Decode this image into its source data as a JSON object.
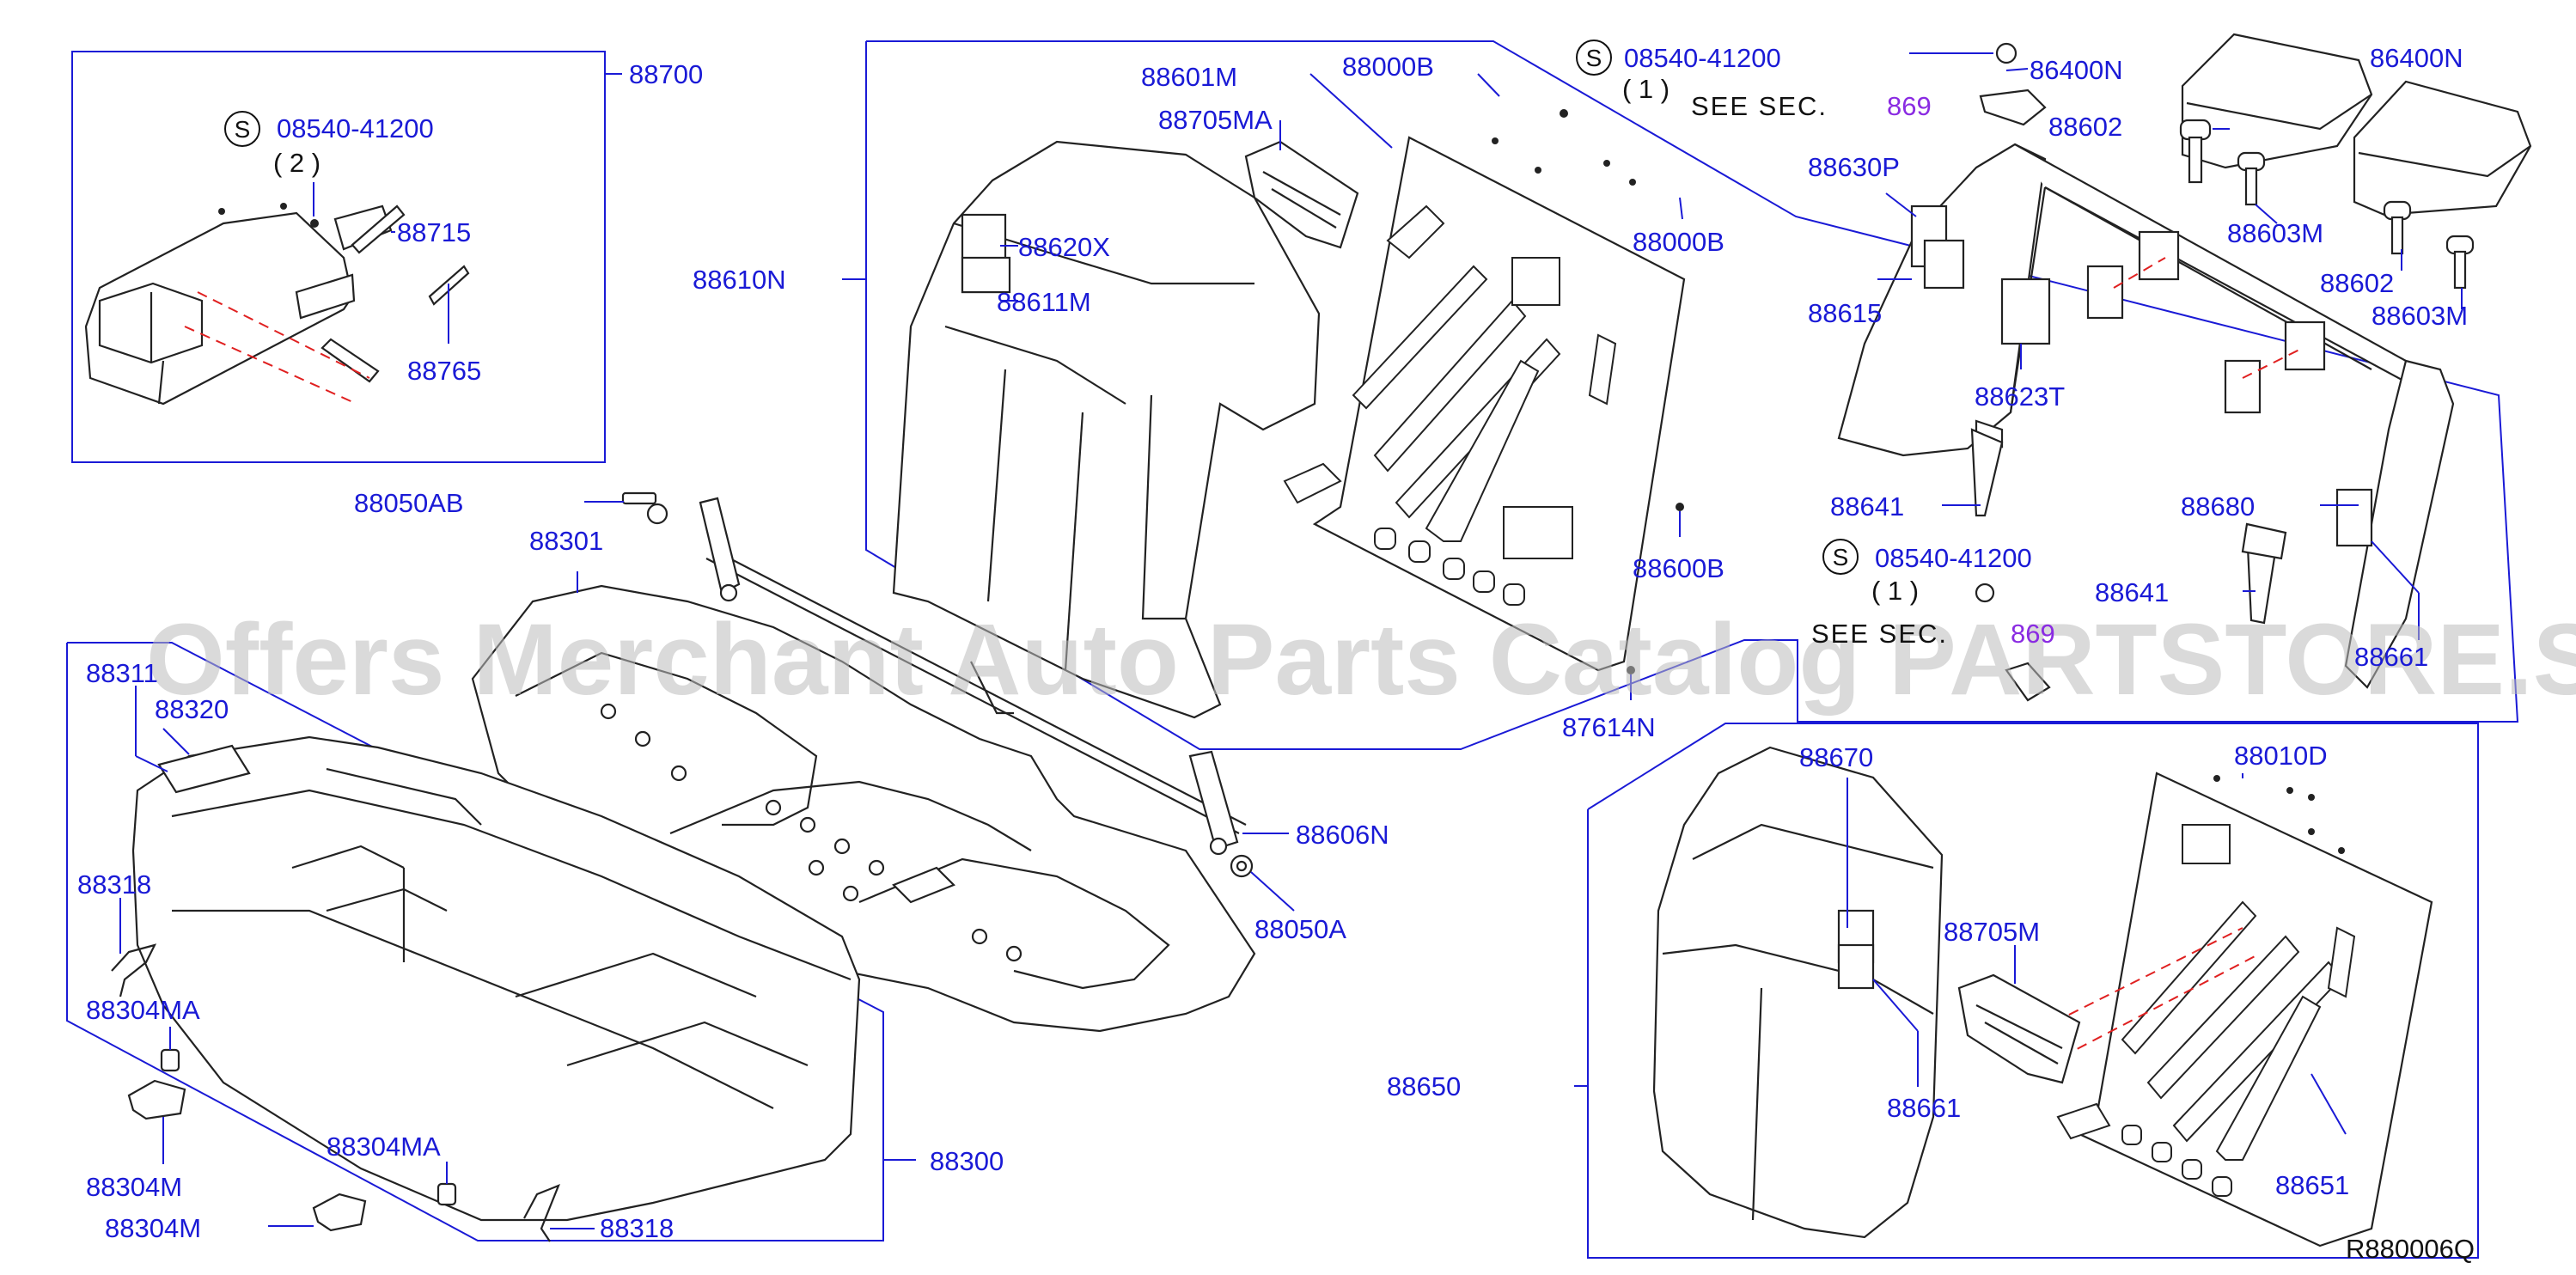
{
  "watermark": "Offers Merchant Auto Parts Catalog PARTSTORE.SA",
  "reference_code": "R880006Q",
  "see_sec_text": "SEE SEC.",
  "s_symbol": "S",
  "callouts": {
    "p88700": "88700",
    "p08540_41200_a": "08540-41200",
    "qty_2": "( 2 )",
    "p88715": "88715",
    "p88765": "88765",
    "p88050AB": "88050AB",
    "p88301": "88301",
    "p88311": "88311",
    "p88320": "88320",
    "p88318_a": "88318",
    "p88304MA_a": "88304MA",
    "p88304M_a": "88304M",
    "p88304MA_b": "88304MA",
    "p88304M_b": "88304M",
    "p88318_b": "88318",
    "p88300": "88300",
    "p88606N": "88606N",
    "p88050A": "88050A",
    "p88610N": "88610N",
    "p88601M": "88601M",
    "p88000B_a": "88000B",
    "p88705MA": "88705MA",
    "p88620X": "88620X",
    "p88611M": "88611M",
    "p88000B_b": "88000B",
    "p88600B": "88600B",
    "p87614N": "87614N",
    "p08540_41200_b": "08540-41200",
    "qty_1_a": "( 1 )",
    "sec_869_a": "869",
    "p86400N_a": "86400N",
    "p86400N_b": "86400N",
    "p88602_a": "88602",
    "p88603M_a": "88603M",
    "p88602_b": "88602",
    "p88603M_b": "88603M",
    "p88630P": "88630P",
    "p88615": "88615",
    "p88623T": "88623T",
    "p88641_a": "88641",
    "p88680": "88680",
    "p88641_b": "88641",
    "p08540_41200_c": "08540-41200",
    "qty_1_b": "( 1 )",
    "sec_869_b": "869",
    "p88661_a": "88661",
    "p88670": "88670",
    "p88010D": "88010D",
    "p88705M": "88705M",
    "p88650": "88650",
    "p88661_b": "88661",
    "p88651": "88651"
  }
}
